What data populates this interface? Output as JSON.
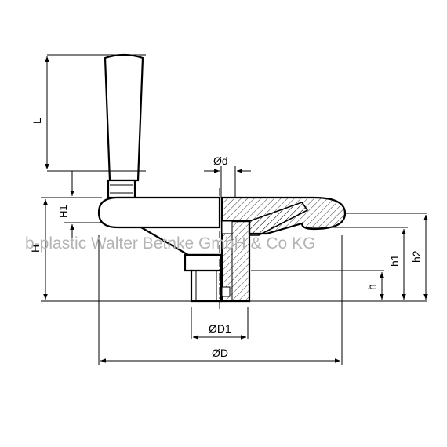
{
  "dimensions": {
    "L": "L",
    "H": "H",
    "H1": "H1",
    "d": "Ød",
    "D1": "ØD1",
    "D": "ØD",
    "h": "h",
    "h1": "h1",
    "h2": "h2"
  },
  "watermark": "b-plastic Walter Betnke GmbH & Co KG",
  "colors": {
    "line": "#000000",
    "watermark": "#b4b4b4",
    "background": "#ffffff"
  }
}
